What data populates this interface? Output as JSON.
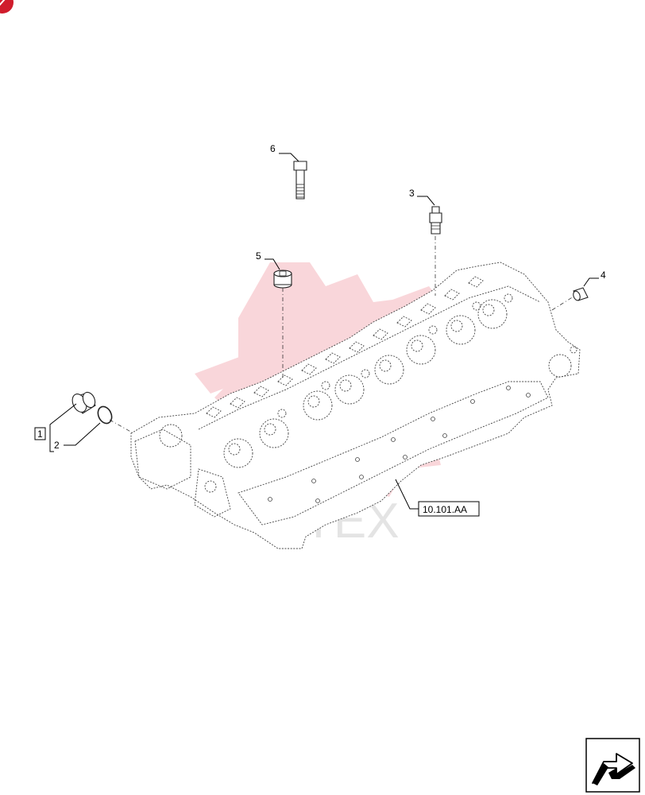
{
  "callouts": {
    "c1": "1",
    "c2": "2",
    "c3": "3",
    "c4": "4",
    "c5": "5",
    "c6": "6"
  },
  "reference": {
    "label": "10.101.AA"
  },
  "watermark": {
    "text": "HITEX",
    "color": "#e8485a"
  },
  "icons": {
    "corner": "red-corner-marker-icon",
    "next_page": "next-page-arrow-icon"
  }
}
